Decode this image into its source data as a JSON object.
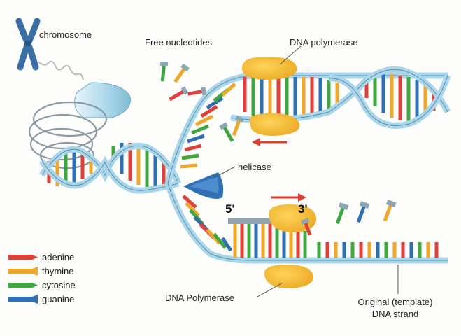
{
  "labels": {
    "chromosome": "chromosome",
    "free_nucleotides": "Free nucleotides",
    "dna_polymerase_top": "DNA polymerase",
    "helicase": "helicase",
    "five_prime": "5'",
    "three_prime": "3'",
    "dna_polymerase_bottom": "DNA Polymerase",
    "original_strand_line1": "Original (template)",
    "original_strand_line2": "DNA strand"
  },
  "legend": [
    {
      "label": "adenine",
      "color": "#e0403a"
    },
    {
      "label": "thymine",
      "color": "#f0a62a"
    },
    {
      "label": "cytosine",
      "color": "#3fa642"
    },
    {
      "label": "guanine",
      "color": "#2f6fb3"
    }
  ],
  "colors": {
    "backbone": "#a9d6ea",
    "backbone_edge": "#5f8fa6",
    "polymerase": "#f2b52b",
    "helicase": "#2f6fb3",
    "arrow": "#d9412e",
    "chromosome": "#3a6fa6"
  },
  "icons": [
    "chromosome-icon",
    "helicase-icon",
    "polymerase-icon",
    "direction-arrow-icon",
    "nucleotide-icon"
  ]
}
